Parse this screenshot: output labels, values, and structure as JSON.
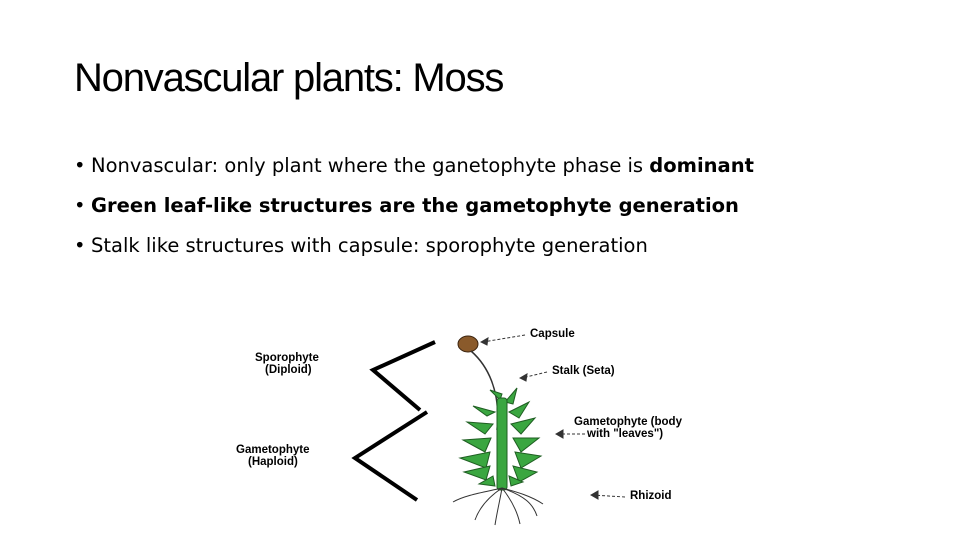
{
  "slide": {
    "title": "Nonvascular plants: Moss",
    "bullet_glyph": "•",
    "bullets": [
      {
        "before": "Nonvascular: only plant where the ganetophyte phase is ",
        "bold": "dominant",
        "after": ""
      },
      {
        "before": "",
        "bold": "Green leaf-like structures are the gametophyte generation",
        "after": ""
      },
      {
        "before": "Stalk like structures with capsule: sporophyte generation",
        "bold": "",
        "after": ""
      }
    ]
  },
  "diagram": {
    "labels": {
      "sporophyte": "Sporophyte",
      "sporophyte_ploidy": "(Diploid)",
      "gametophyte": "Gametophyte",
      "gametophyte_ploidy": "(Haploid)",
      "capsule": "Capsule",
      "stalk": "Stalk (Seta)",
      "gametophyte_body_1": "Gametophyte (body",
      "gametophyte_body_2": "with \"leaves\")",
      "rhizoid": "Rhizoid"
    },
    "colors": {
      "leaf": "#3aa640",
      "leaf_dark": "#1f5e22",
      "capsule": "#8a5a2b"
    }
  }
}
